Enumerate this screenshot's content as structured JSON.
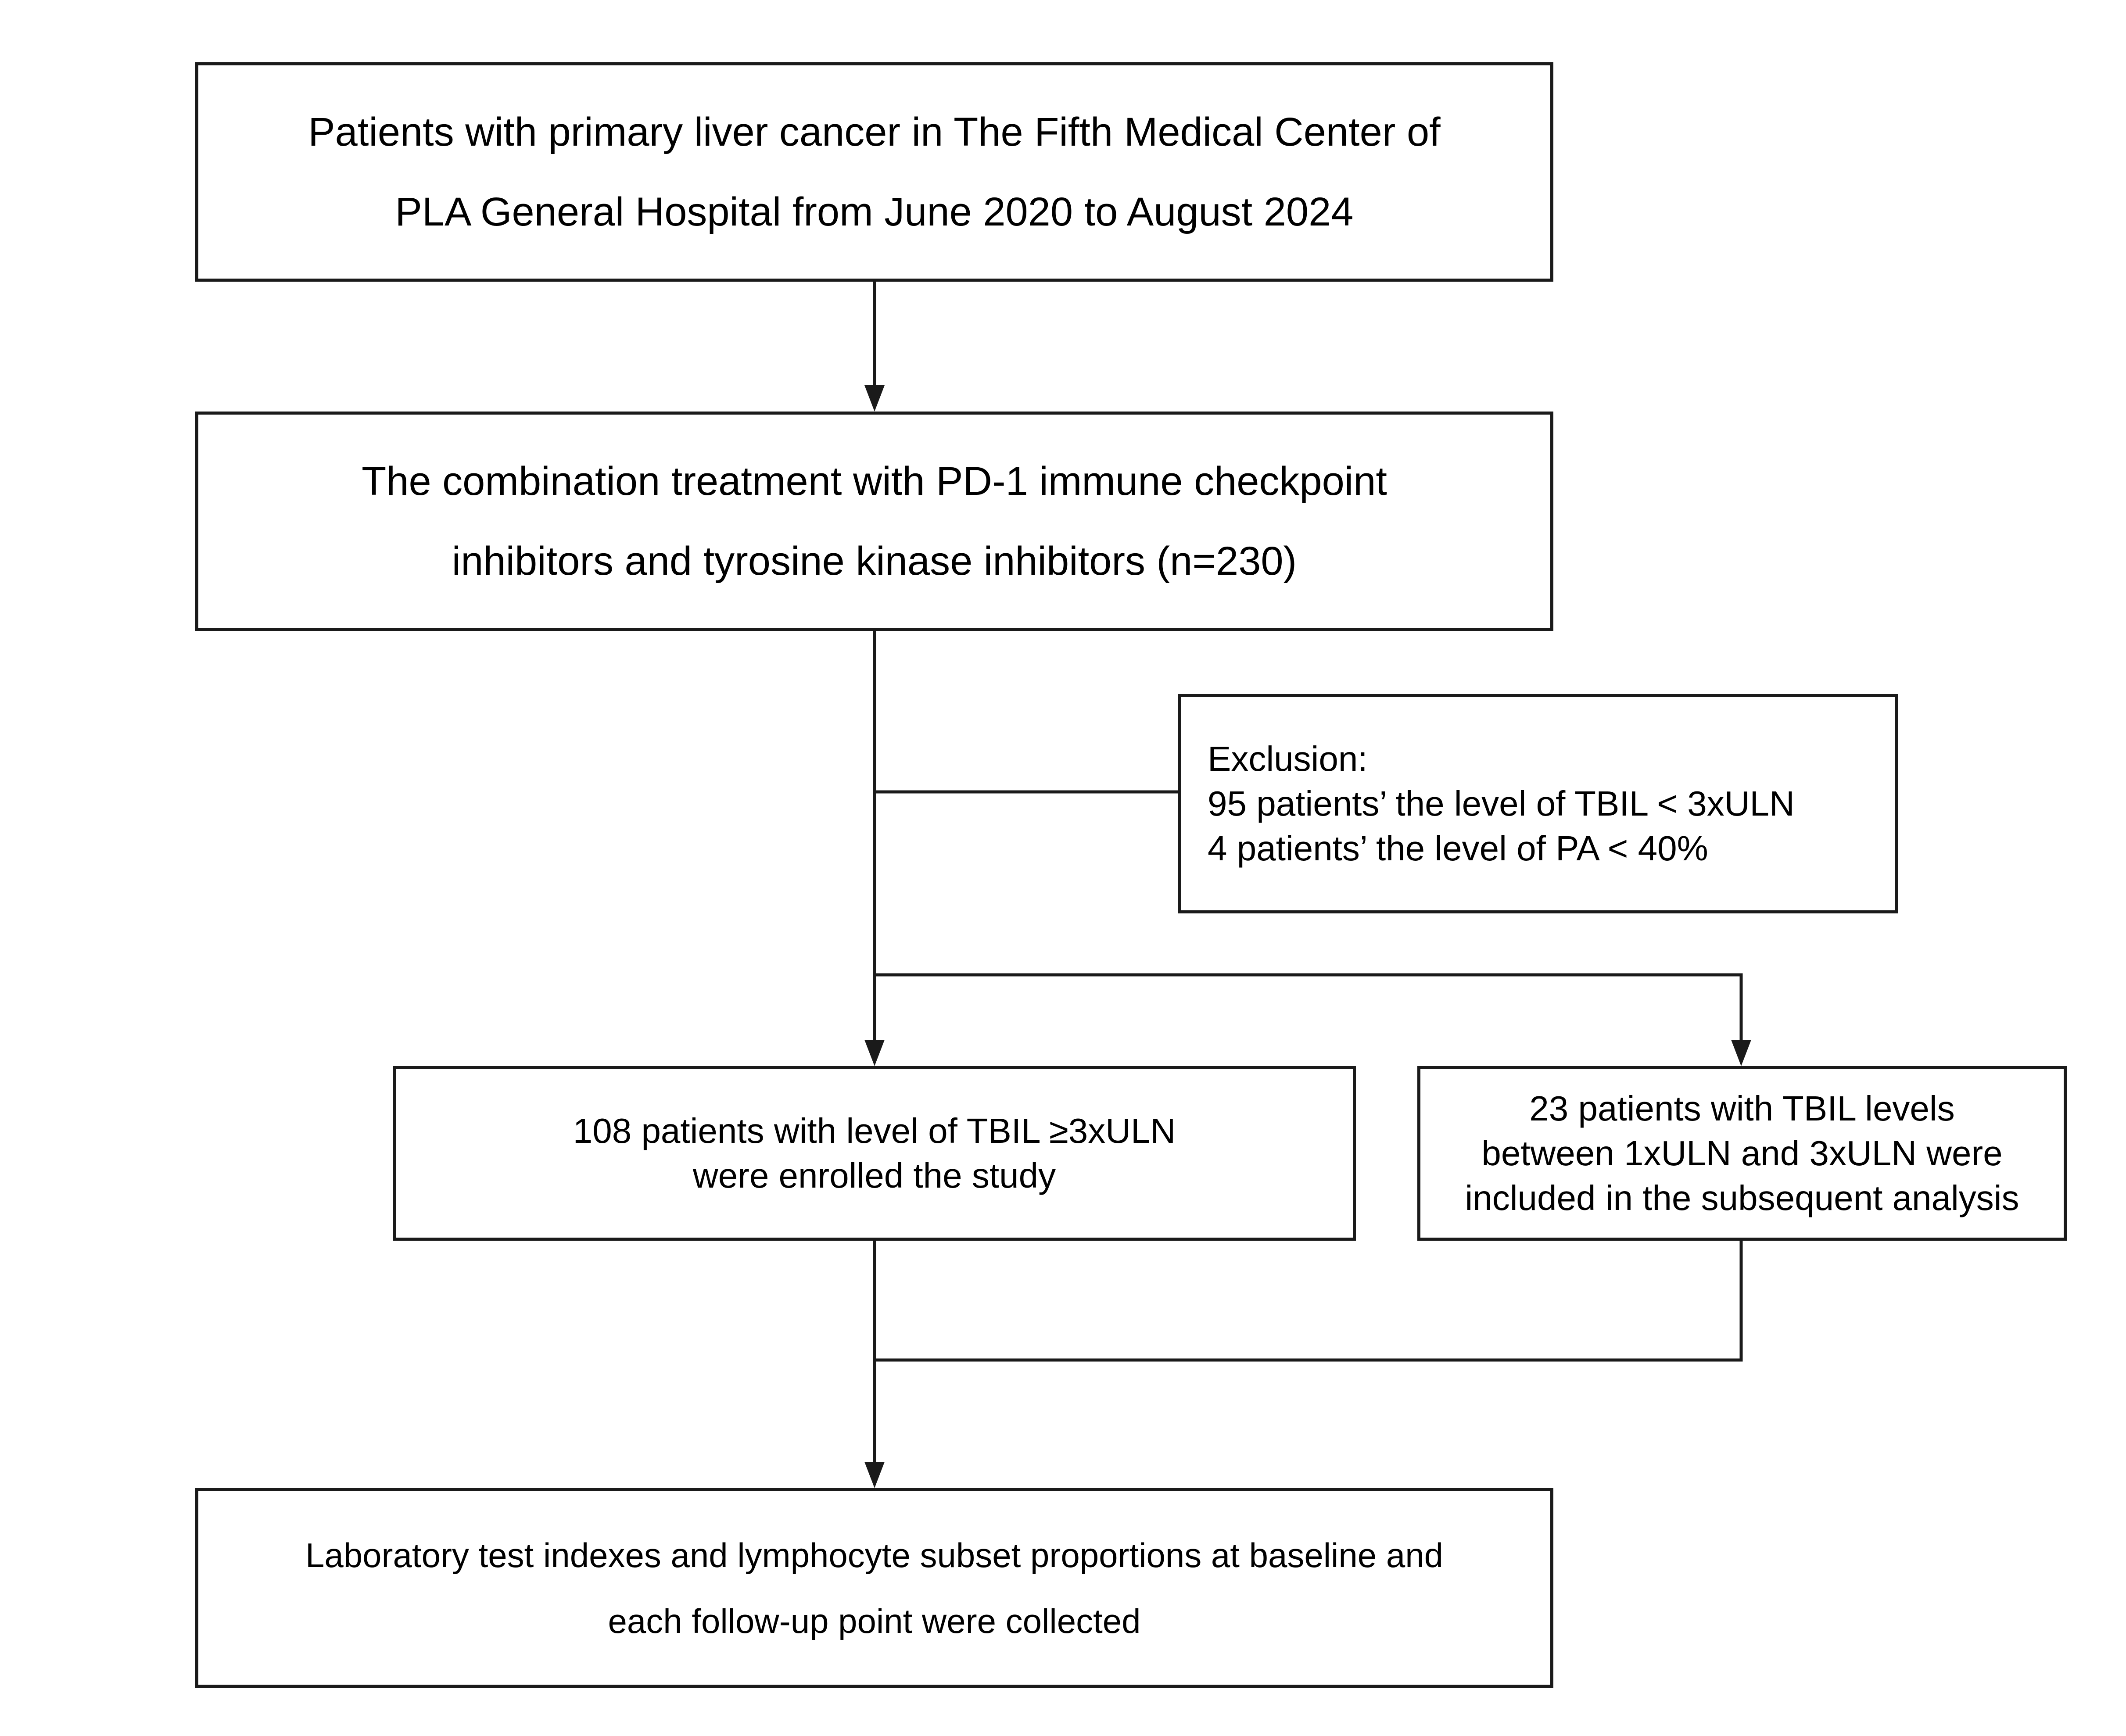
{
  "nodes": {
    "source": {
      "lines": [
        "Patients with primary liver cancer in The Fifth Medical Center of",
        "PLA General Hospital from June 2020 to August 2024"
      ]
    },
    "treatment": {
      "lines": [
        "The combination treatment with PD-1 immune checkpoint",
        "inhibitors and tyrosine kinase inhibitors (n=230)"
      ]
    },
    "exclusion": {
      "lines": [
        "Exclusion:",
        "95 patients’ the level of TBIL < 3xULN",
        "4 patients’ the level of PA < 40%"
      ]
    },
    "enrolled": {
      "lines": [
        "108 patients with level of TBIL ≥3xULN",
        "were enrolled the study"
      ]
    },
    "subsequent": {
      "lines": [
        "23 patients with TBIL levels",
        "between 1xULN and 3xULN were",
        "included in the subsequent analysis"
      ]
    },
    "collected": {
      "lines": [
        "Laboratory test indexes and lymphocyte subset proportions at baseline and",
        "each follow-up point were collected"
      ]
    }
  },
  "colors": {
    "stroke": "#1a1a1a",
    "background": "#ffffff",
    "text": "#000000"
  }
}
